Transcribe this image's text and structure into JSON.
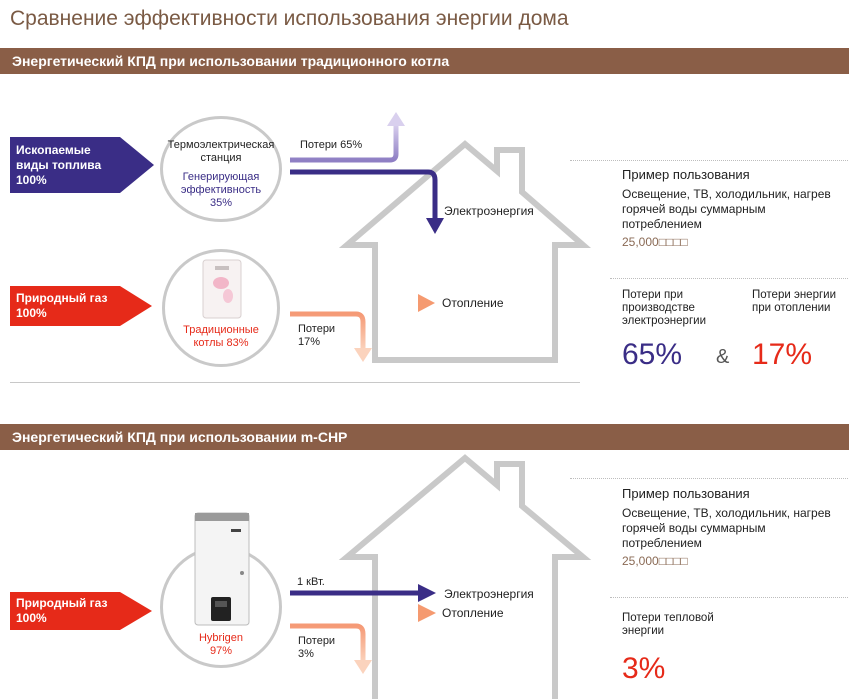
{
  "title": "Сравнение эффективности использования энергии дома",
  "sections": [
    {
      "header": "Энергетический КПД при использовании традиционного котла",
      "sources": [
        {
          "label": "Ископаемые виды топлива 100%"
        },
        {
          "label": "Природный газ 100%"
        }
      ],
      "station": {
        "name": "Термоэлектрическая станция",
        "efficiency": "Генерирующая эффективность 35%"
      },
      "boiler": {
        "name": "Традиционные котлы 83%"
      },
      "flows": {
        "loss_top": "Потери 65%",
        "electricity": "Электроэнергия",
        "heating": "Отопление",
        "loss_bottom": "Потери 17%"
      },
      "example": {
        "title": "Пример пользования",
        "description": "Освещение, ТВ, холодильник, нагрев горячей воды суммарным потреблением",
        "value": "25,000□□□□"
      },
      "losses": {
        "label_a": "Потери при производстве электроэнергии",
        "label_b": "Потери энергии при отоплении",
        "value_a": "65%",
        "amp": "&",
        "value_b": "17%"
      }
    },
    {
      "header": "Энергетический КПД при использовании m-CHP",
      "sources": [
        {
          "label": "Природный газ 100%"
        }
      ],
      "device": {
        "name": "Hybrigen",
        "efficiency": "97%"
      },
      "flows": {
        "power": "1 кВт.",
        "electricity": "Электроэнергия",
        "heating": "Отопление",
        "loss": "Потери 3%"
      },
      "example": {
        "title": "Пример пользования",
        "description": "Освещение, ТВ, холодильник, нагрев горячей воды суммарным потреблением",
        "value": "25,000□□□□"
      },
      "losses": {
        "label": "Потери тепловой энергии",
        "value": "3%"
      }
    }
  ],
  "colors": {
    "band": "#8a5e47",
    "title": "#7a5a44",
    "blue": "#3a2d86",
    "red": "#e62a19",
    "blue_light": "#a99bd0",
    "orange_light": "#f6b493",
    "house": "#c9c9c9"
  }
}
